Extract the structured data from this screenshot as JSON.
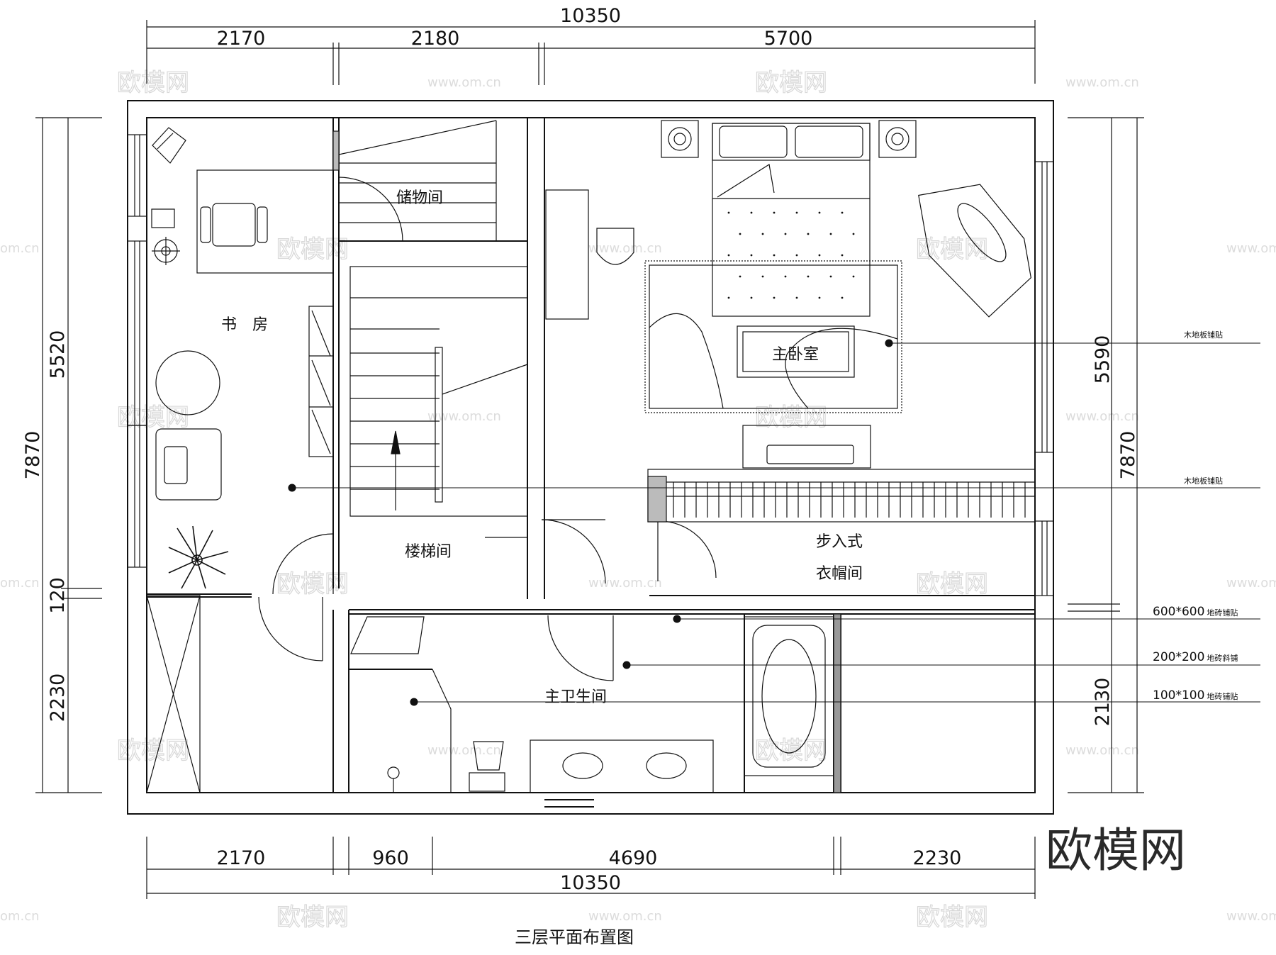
{
  "dimensions": {
    "top_total": "10350",
    "top_segments": [
      "2170",
      "2180",
      "5700"
    ],
    "bottom_segments": [
      "2170",
      "960",
      "4690",
      "2230"
    ],
    "bottom_total": "10350",
    "left_total": "7870",
    "left_segments": [
      "5520",
      "120",
      "2230"
    ],
    "right_total": "7870",
    "right_segments": [
      "5590",
      "2130"
    ]
  },
  "rooms": {
    "study": "书　房",
    "storage": "储物间",
    "master_bedroom": "主卧室",
    "stairwell": "楼梯间",
    "walk_in_line1": "步入式",
    "walk_in_line2": "衣帽间",
    "master_bath": "主卫生间"
  },
  "annotations": {
    "wood_floor_1": "木地板铺贴",
    "wood_floor_2": "木地板铺贴",
    "tile_600_main": "600*600",
    "tile_600_suffix": "地砖铺贴",
    "tile_200_main": "200*200",
    "tile_200_suffix": "地砖斜铺",
    "tile_100_main": "100*100",
    "tile_100_suffix": "地砖铺贴"
  },
  "drawing_title": "三层平面布置图",
  "brand": "欧模网",
  "watermark": {
    "logo_text": "欧模网",
    "url_text": "www.om.cn",
    "edge_text": "om.cn"
  }
}
